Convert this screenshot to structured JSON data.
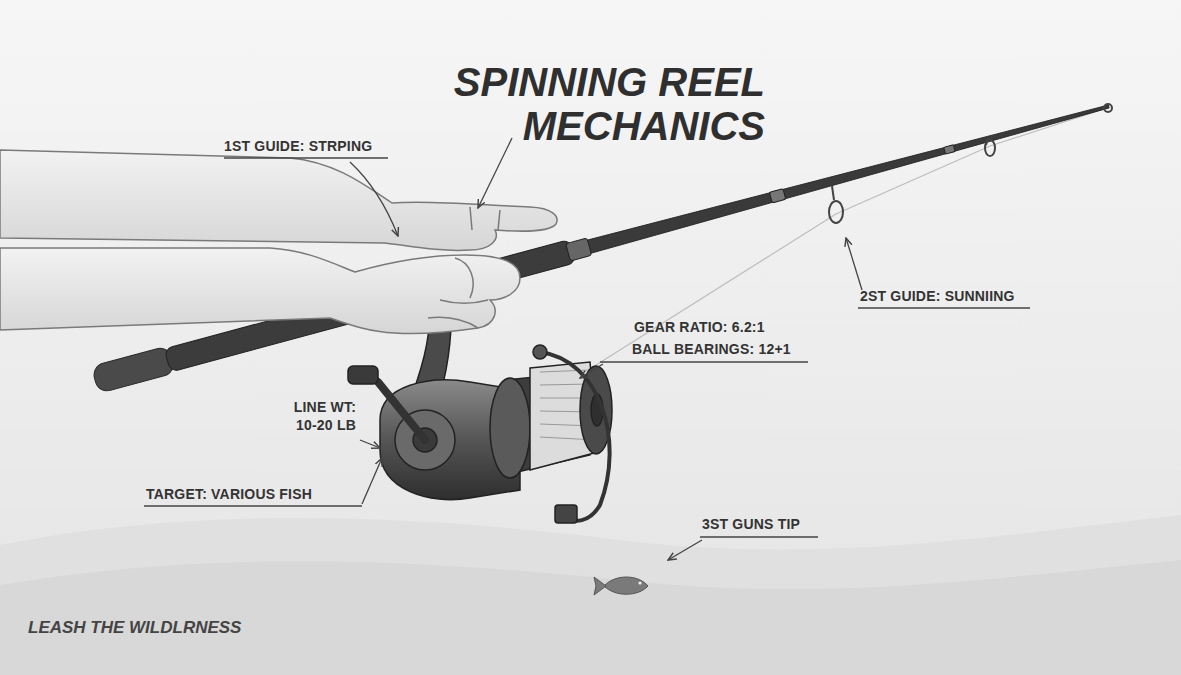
{
  "diagram": {
    "title": "SPINNING REEL MECHANICS",
    "labels": [
      "1ST GUIDE: STRPING",
      "2ST GUIDE: SUNNIING",
      "GEAR RATIO: 6.2:1",
      "BALL BEARINGS: 12+1",
      "LINE WT: 10-20 LB",
      "TARGET: VARIOUS FISH",
      "3ST GUNS TIP",
      "LEASH THE WILDLRNESS"
    ]
  }
}
